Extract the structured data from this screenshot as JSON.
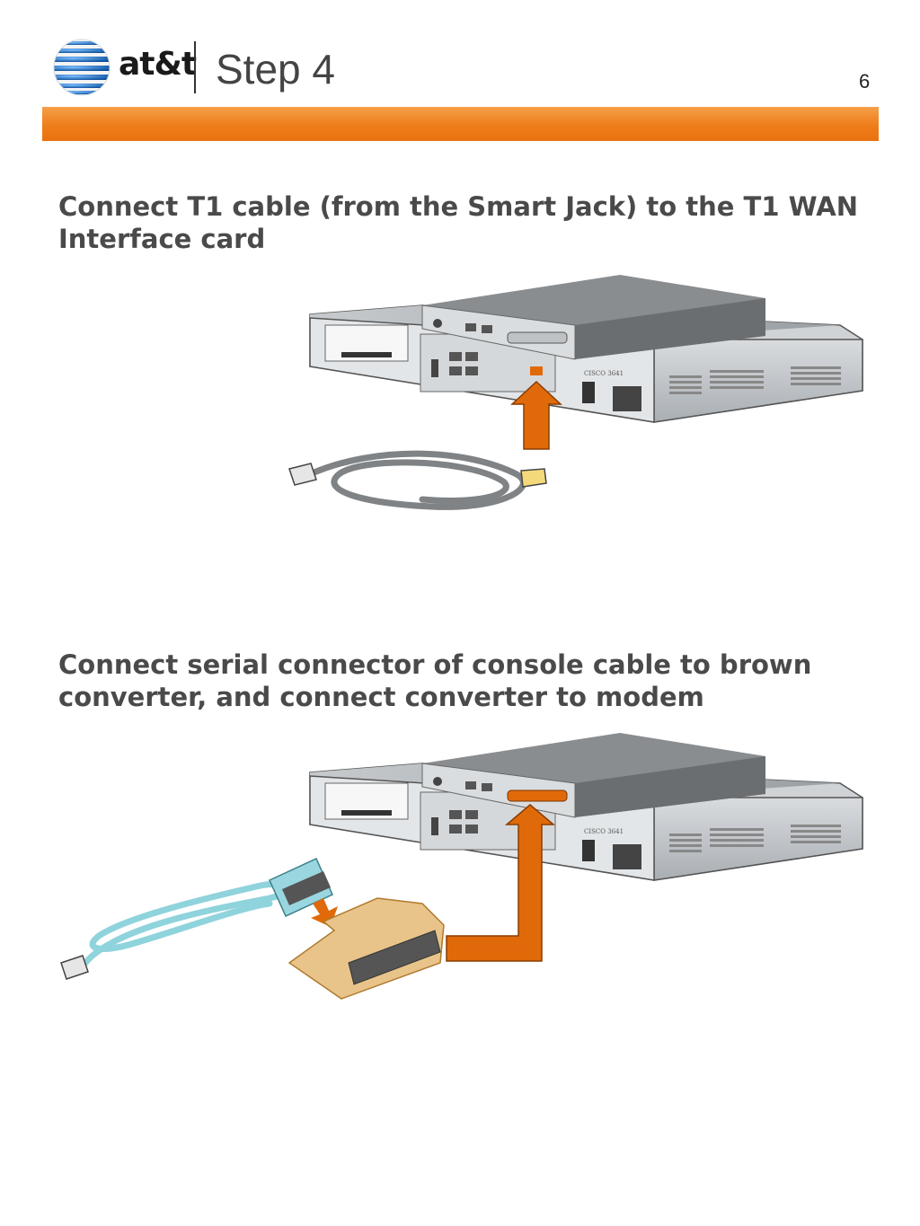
{
  "header": {
    "brand": "at&t",
    "title": "Step 4",
    "page_number": "6"
  },
  "sections": [
    {
      "heading": "Connect T1 cable (from the Smart Jack) to the T1 WAN Interface card"
    },
    {
      "heading": "Connect serial connector of console cable to brown converter, and connect converter to modem"
    }
  ],
  "router": {
    "label": "CISCO 3641"
  },
  "colors": {
    "accent_orange": "#ee7d19",
    "arrow_orange": "#e06a0a",
    "heading_gray": "#4a4a4a",
    "console_cable": "#8fd3dc",
    "converter_tan": "#e8c48a",
    "att_blue": "#1f6fc2"
  },
  "icons": [
    "att-globe-icon",
    "up-arrow-icon",
    "down-arrow-icon"
  ]
}
